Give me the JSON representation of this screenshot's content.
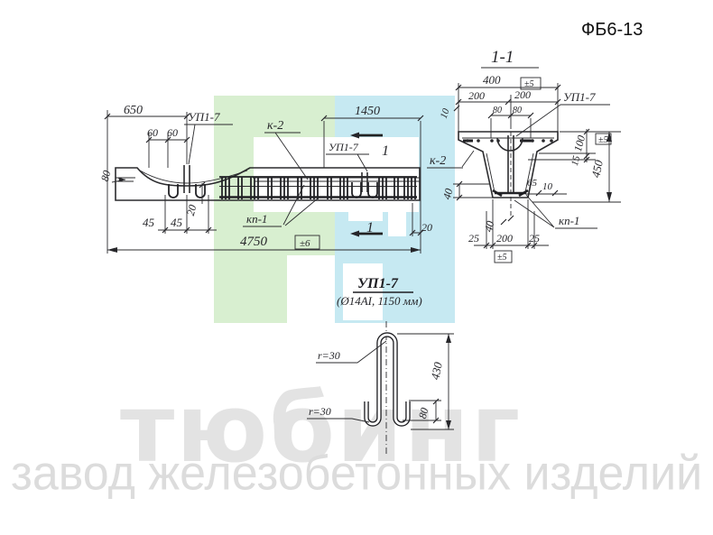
{
  "title": "ФБ6-13",
  "watermark": {
    "brand": "тюбинг",
    "subtitle": "завод железобетонных изделий"
  },
  "colors": {
    "logo_green": "#d8efd0",
    "logo_cyan": "#c6e9f2",
    "ink": "#26262a",
    "watermark_brand": "#e3e3e3",
    "watermark_subtitle": "#dcdcdc"
  },
  "plan": {
    "label_up17_left": "УП1-7",
    "label_k2": "к-2",
    "label_up17_mid": "УП1-7",
    "label_kp1": "кп-1",
    "dim_650": "650",
    "dim_60a": "60",
    "dim_60b": "60",
    "dim_80": "80",
    "dim_45a": "45",
    "dim_45b": "45",
    "dim_20_flange": "20",
    "dim_4750": "4750",
    "tol_4750": "±6",
    "dim_1450": "1450",
    "dim_20_end": "20",
    "mark_top": "1",
    "mark_bottom": "1"
  },
  "section": {
    "title": "1-1",
    "label_up17": "УП1-7",
    "label_k2": "к-2",
    "label_kp1": "кп-1",
    "dim_400": "400",
    "tol_400": "±5",
    "dim_200a": "200",
    "dim_200b": "200",
    "dim_10_left": "10",
    "dim_80a": "80",
    "dim_80b": "80",
    "dim_100": "100",
    "dim_15": "15",
    "tol_100": "±5",
    "dim_450": "450",
    "dim_65": "65",
    "dim_10_right": "10",
    "dim_40_left": "40",
    "dim_40_bottom": "40",
    "dim_25a": "25",
    "dim_200_bottom": "200",
    "dim_25b": "25",
    "tol_200": "±5"
  },
  "detail": {
    "caption": "УП1-7",
    "caption_sub": "(Ø14AI, 1150 мм)",
    "dim_r_top": "r=30",
    "dim_r_bottom": "r=30",
    "dim_430": "430",
    "dim_80": "80"
  }
}
